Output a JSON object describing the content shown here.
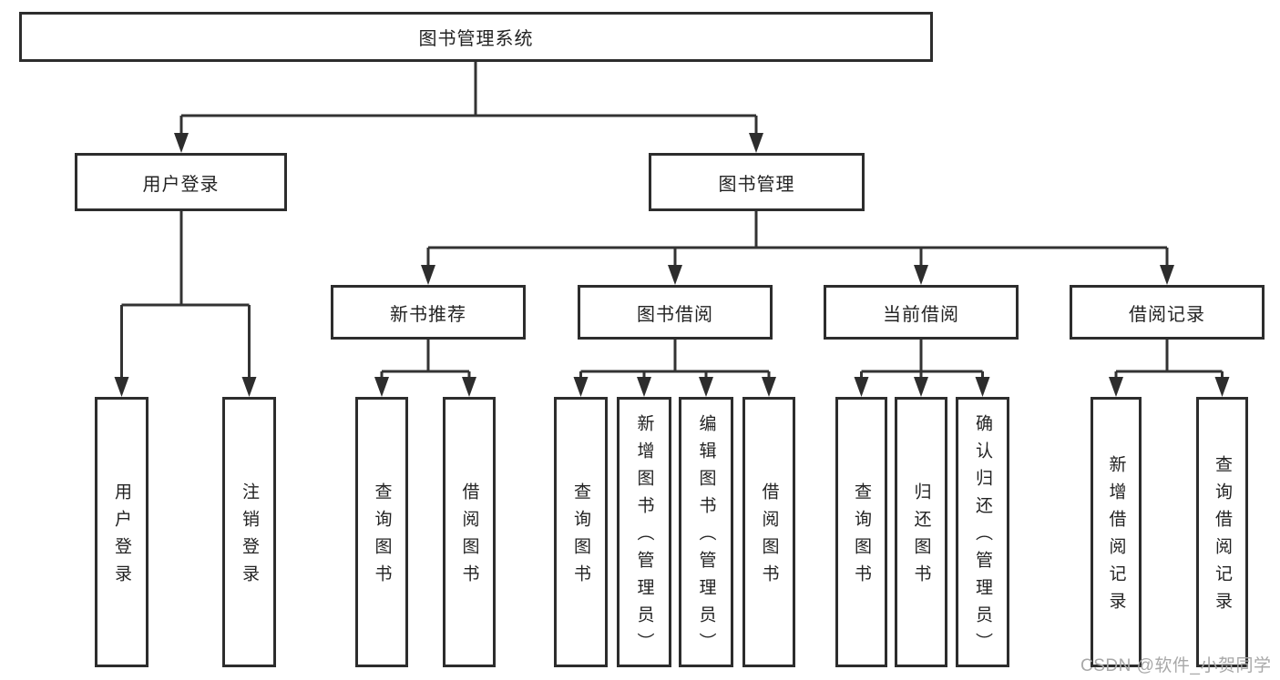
{
  "tree": {
    "label": "图书管理系统",
    "children": [
      {
        "label": "用户登录",
        "children": [
          {
            "label": "用户登录"
          },
          {
            "label": "注销登录"
          }
        ]
      },
      {
        "label": "图书管理",
        "children": [
          {
            "label": "新书推荐",
            "children": [
              {
                "label": "查询图书"
              },
              {
                "label": "借阅图书"
              }
            ]
          },
          {
            "label": "图书借阅",
            "children": [
              {
                "label": "查询图书"
              },
              {
                "label": "新增图书（管理员）"
              },
              {
                "label": "编辑图书（管理员）"
              },
              {
                "label": "借阅图书"
              }
            ]
          },
          {
            "label": "当前借阅",
            "children": [
              {
                "label": "查询图书"
              },
              {
                "label": "归还图书"
              },
              {
                "label": "确认归还（管理员）"
              }
            ]
          },
          {
            "label": "借阅记录",
            "children": [
              {
                "label": "新增借阅记录"
              },
              {
                "label": "查询借阅记录"
              }
            ]
          }
        ]
      }
    ]
  },
  "watermark": {
    "text": "CSDN @软件_小贺同学"
  },
  "colors": {
    "line": "#333333",
    "box_border": "#2d2d2d",
    "box_fill": "#ffffff",
    "text": "#232323",
    "background": "#ffffff",
    "watermark": "#a8a8a8"
  }
}
